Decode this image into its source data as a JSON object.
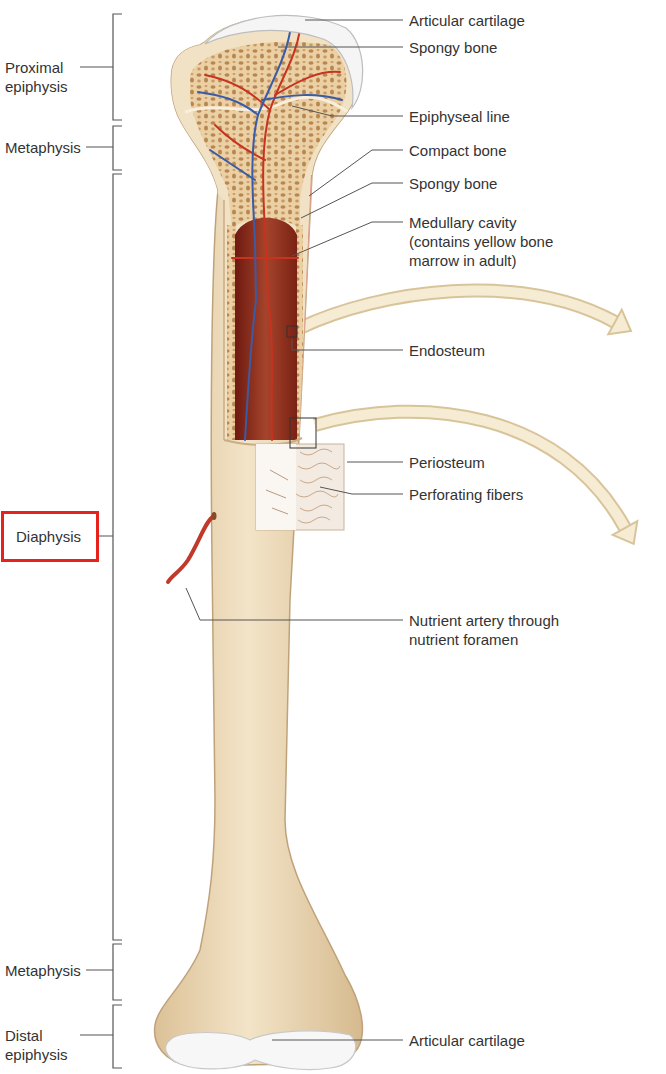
{
  "diagram": {
    "nodes": [
      {
        "text": [
          "Diaphysis"
        ]
      }
    ],
    "labels": [
      "Proximal epiphysis",
      "Metaphysis",
      "Articular cartilage",
      "Spongy bone",
      "Epiphyseal line",
      "Compact bone",
      "Spongy bone",
      "Medullary cavity (contains yellow bone marrow in adult)",
      "Endosteum",
      "Periosteum",
      "Perforating fibers",
      "Nutrient artery through nutrient foramen",
      "Metaphysis",
      "Distal epiphysis",
      "Articular cartilage"
    ]
  }
}
